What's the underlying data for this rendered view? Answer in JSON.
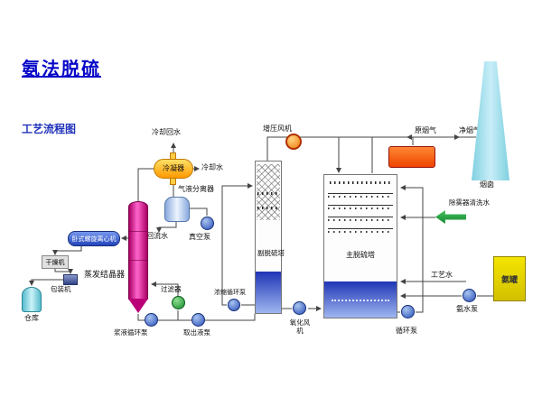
{
  "header": {
    "title": "氨法脱硫",
    "subtitle": "工艺流程图"
  },
  "equipment": {
    "condenser": "冷凝器",
    "separator": "气液分离器",
    "vacuum_pump": "真空泵",
    "centrifuge": "卧式螺旋离心机",
    "crystallizer": "蒸发结晶器",
    "dryer": "干燥机",
    "packing_machine": "包装机",
    "warehouse": "仓库",
    "slurry_pump": "浆液循环泵",
    "filter": "过滤器",
    "extraction_pump": "取出液泵",
    "aux_tower": "副脱硫塔",
    "concentration_pump": "浓缩循环泵",
    "main_tower": "主脱硫塔",
    "oxidation_fan": "氧化风机",
    "circulation_pump": "循环泵",
    "booster_fan": "增压风机",
    "chimney": "烟囱",
    "ammonia_tank": "氨罐",
    "ammonia_pump": "氨水泵"
  },
  "streams": {
    "cooling_return": "冷却回水",
    "cooling_water": "冷却水",
    "reflux_water": "回流水",
    "raw_gas": "原烟气",
    "clean_gas": "净烟气",
    "demister_wash": "除雾器清洗水",
    "process_water": "工艺水"
  },
  "colors": {
    "title_blue": "#0606c8",
    "pipe_line": "#444444",
    "tower_liquid": "#1f35b5",
    "crystallizer_magenta": "#cc0077",
    "condenser_yellow": "#ffaa00",
    "pump_blue": "#2a50b8",
    "filter_green": "#128a2c",
    "booster_fan_orange": "#f07a10",
    "ggh_orange": "#ee4400",
    "chimney_cyan": "#7fd0e0",
    "ammonia_tank_yellow": "#e8d400",
    "wash_arrow_green": "#138a30",
    "centrifuge_blue": "#2244bb",
    "warehouse_cyan": "#55bbcc"
  }
}
